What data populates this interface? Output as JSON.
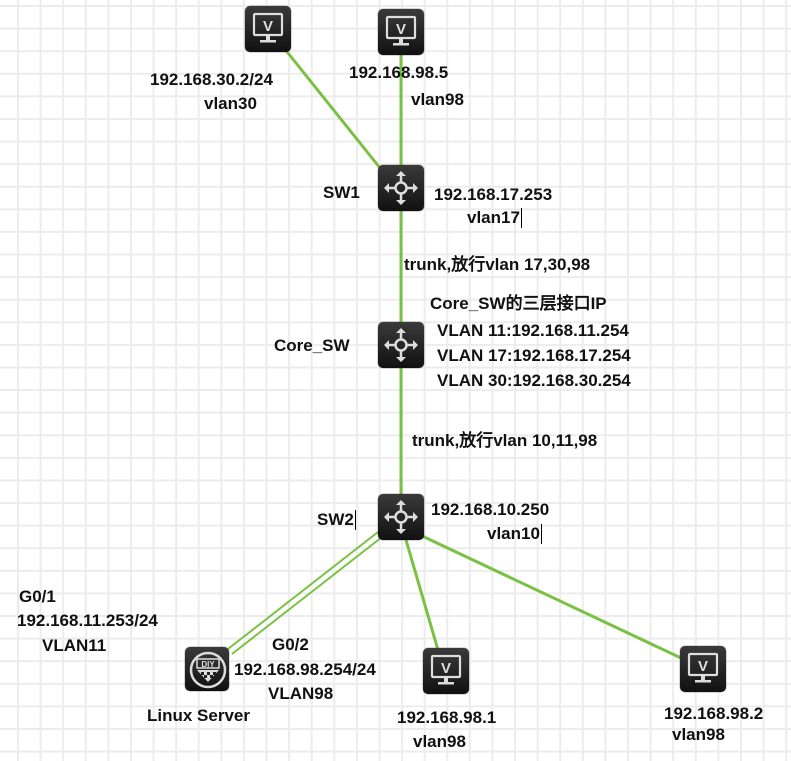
{
  "diagram": {
    "colors": {
      "link": "#7ac143",
      "node_bg": "#222222",
      "text": "#111111"
    },
    "nodes": {
      "pc_top_left": {
        "icon": "monitor-icon",
        "glyph": "V",
        "ip": "192.168.30.2/24",
        "vlan": "vlan30"
      },
      "pc_top_right": {
        "icon": "monitor-icon",
        "glyph": "V",
        "ip": "192.168.98.5",
        "vlan": "vlan98"
      },
      "sw1": {
        "icon": "switch-icon",
        "name": "SW1",
        "ip": "192.168.17.253",
        "vlan": "vlan17"
      },
      "core_sw": {
        "icon": "switch-icon",
        "name": "Core_SW",
        "l3_title": "Core_SW的三层接口IP",
        "l3_interfaces": [
          "VLAN 11:192.168.11.254",
          "VLAN 17:192.168.17.254",
          "VLAN 30:192.168.30.254"
        ]
      },
      "sw2": {
        "icon": "switch-icon",
        "name": "SW2",
        "ip": "192.168.10.250",
        "vlan": "vlan10"
      },
      "linux_server": {
        "icon": "diy-server-icon",
        "glyph": "DIY",
        "name": "Linux Server",
        "if1": {
          "port": "G0/1",
          "ip": "192.168.11.253/24",
          "vlan": "VLAN11"
        },
        "if2": {
          "port": "G0/2",
          "ip": "192.168.98.254/24",
          "vlan": "VLAN98"
        }
      },
      "pc_bottom_mid": {
        "icon": "monitor-icon",
        "glyph": "V",
        "ip": "192.168.98.1",
        "vlan": "vlan98"
      },
      "pc_bottom_right": {
        "icon": "monitor-icon",
        "glyph": "V",
        "ip": "192.168.98.2",
        "vlan": "vlan98"
      }
    },
    "links": {
      "sw1_core": "trunk,放行vlan 17,30,98",
      "core_sw2": "trunk,放行vlan 10,11,98"
    }
  }
}
